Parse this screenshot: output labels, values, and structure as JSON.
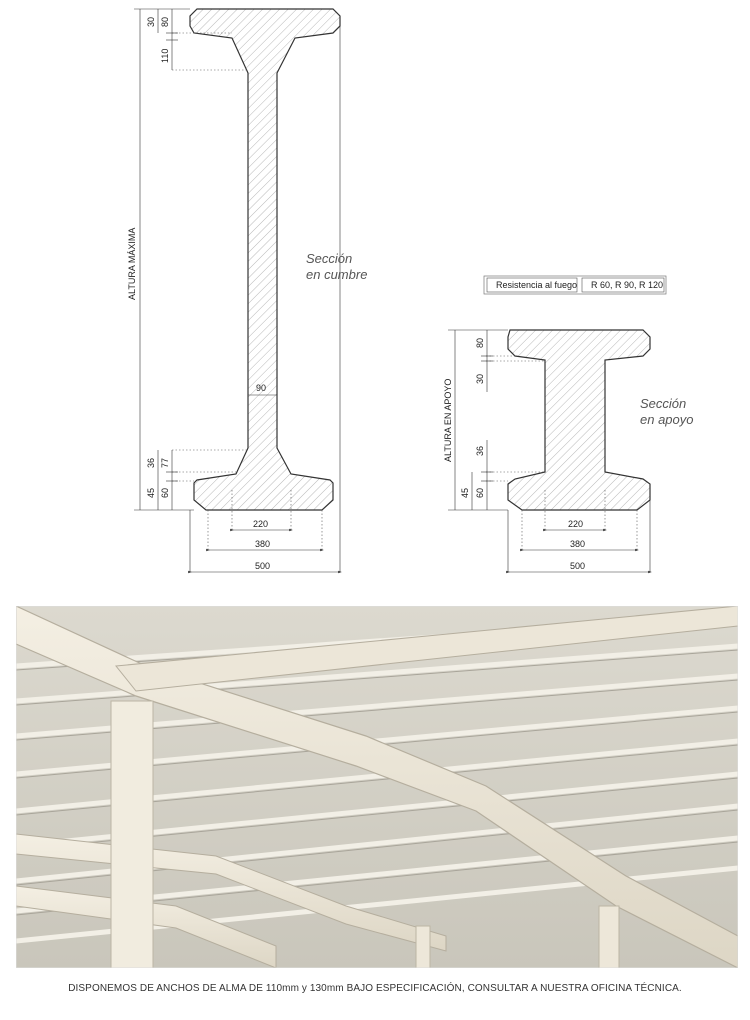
{
  "summit_section": {
    "title_line1": "Sección",
    "title_line2": "en cumbre",
    "height_label": "ALTURA MÁXIMA",
    "top_dims": [
      "30",
      "80",
      "110"
    ],
    "web_width": "90",
    "bottom_dims": [
      "36",
      "77",
      "45",
      "60"
    ],
    "width_dims": [
      "220",
      "380",
      "500"
    ]
  },
  "support_section": {
    "title_line1": "Sección",
    "title_line2": "en apoyo",
    "height_label": "ALTURA EN APOYO",
    "top_dims": [
      "80",
      "30"
    ],
    "bottom_dims": [
      "36",
      "45",
      "60"
    ],
    "width_dims": [
      "220",
      "380",
      "500"
    ]
  },
  "fire_table": {
    "label": "Resistencia al fuego",
    "value": "R 60, R 90, R 120"
  },
  "caption": "DISPONEMOS DE ANCHOS DE ALMA DE 110mm  y 130mm BAJO ESPECIFICACIÓN, CONSULTAR A NUESTRA OFICINA TÉCNICA."
}
